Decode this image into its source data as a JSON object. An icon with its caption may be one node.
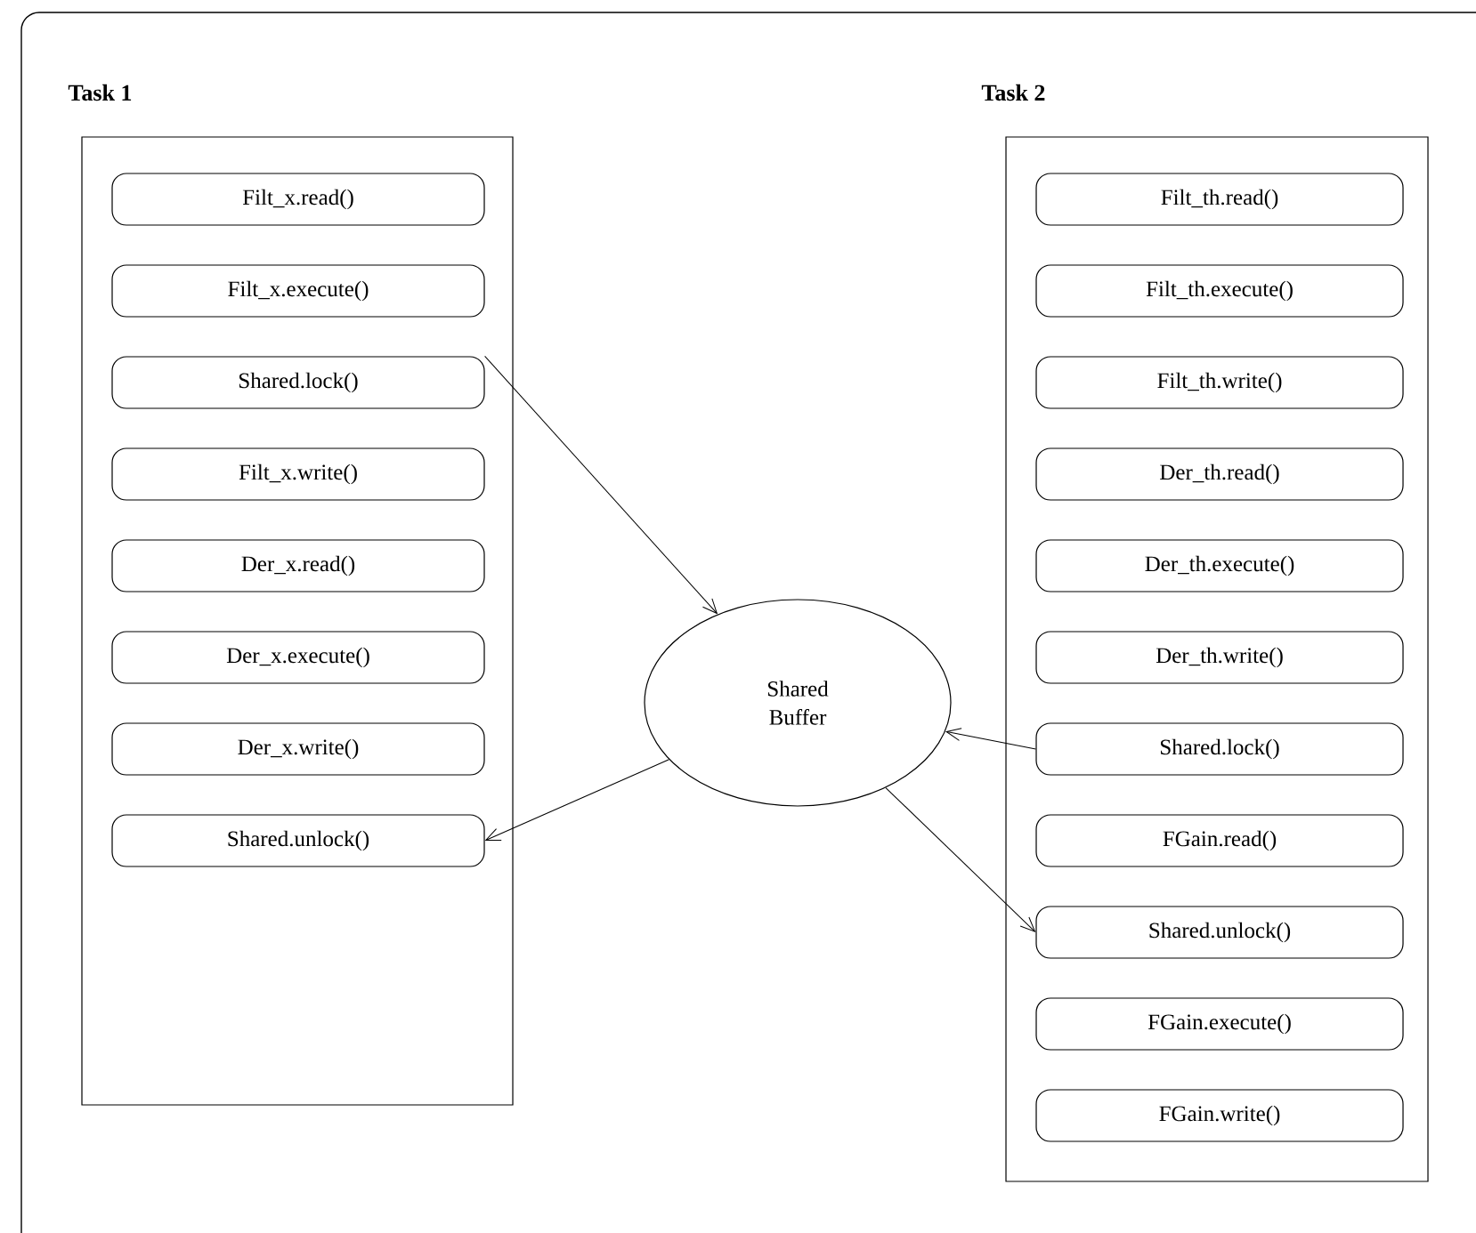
{
  "diagram": {
    "nodes": [
      {
        "text": [
          "Task 1"
        ]
      },
      {
        "text": [
          "Filt_x.read()"
        ],
        "in": 0
      },
      {
        "text": [
          "Filt_x.execute()"
        ],
        "in": 0
      },
      {
        "text": [
          "Shared.lock()"
        ],
        "in": 0
      },
      {
        "text": [
          "Filt_x.write()"
        ],
        "in": 0
      },
      {
        "text": [
          "Der_x.read()"
        ],
        "in": 0
      },
      {
        "text": [
          "Der_x.execute()"
        ],
        "in": 0
      },
      {
        "text": [
          "Der_x.write()"
        ],
        "in": 0
      },
      {
        "text": [
          "Shared.unlock()"
        ],
        "in": 0
      },
      {
        "text": [
          "Task 2"
        ]
      },
      {
        "text": [
          "Filt_th.read()"
        ],
        "in": 9
      },
      {
        "text": [
          "Filt_th.execute()"
        ],
        "in": 9
      },
      {
        "text": [
          "Filt_th.write()"
        ],
        "in": 9
      },
      {
        "text": [
          "Der_th.read()"
        ],
        "in": 9
      },
      {
        "text": [
          "Der_th.execute()"
        ],
        "in": 9
      },
      {
        "text": [
          "Der_th.write()"
        ],
        "in": 9
      },
      {
        "text": [
          "Shared.lock()"
        ],
        "in": 9
      },
      {
        "text": [
          "FGain.read()"
        ],
        "in": 9
      },
      {
        "text": [
          "Shared.unlock()"
        ],
        "in": 9
      },
      {
        "text": [
          "FGain.execute()"
        ],
        "in": 9
      },
      {
        "text": [
          "FGain.write()"
        ],
        "in": 9
      },
      {
        "text": [
          "Shared Buffer"
        ]
      }
    ],
    "edges": [
      {
        "from": 3,
        "to": 21,
        "arrow": "to"
      },
      {
        "from": 21,
        "to": 8,
        "arrow": "to"
      },
      {
        "from": 16,
        "to": 21,
        "arrow": "to"
      },
      {
        "from": 21,
        "to": 18,
        "arrow": "to"
      }
    ]
  }
}
